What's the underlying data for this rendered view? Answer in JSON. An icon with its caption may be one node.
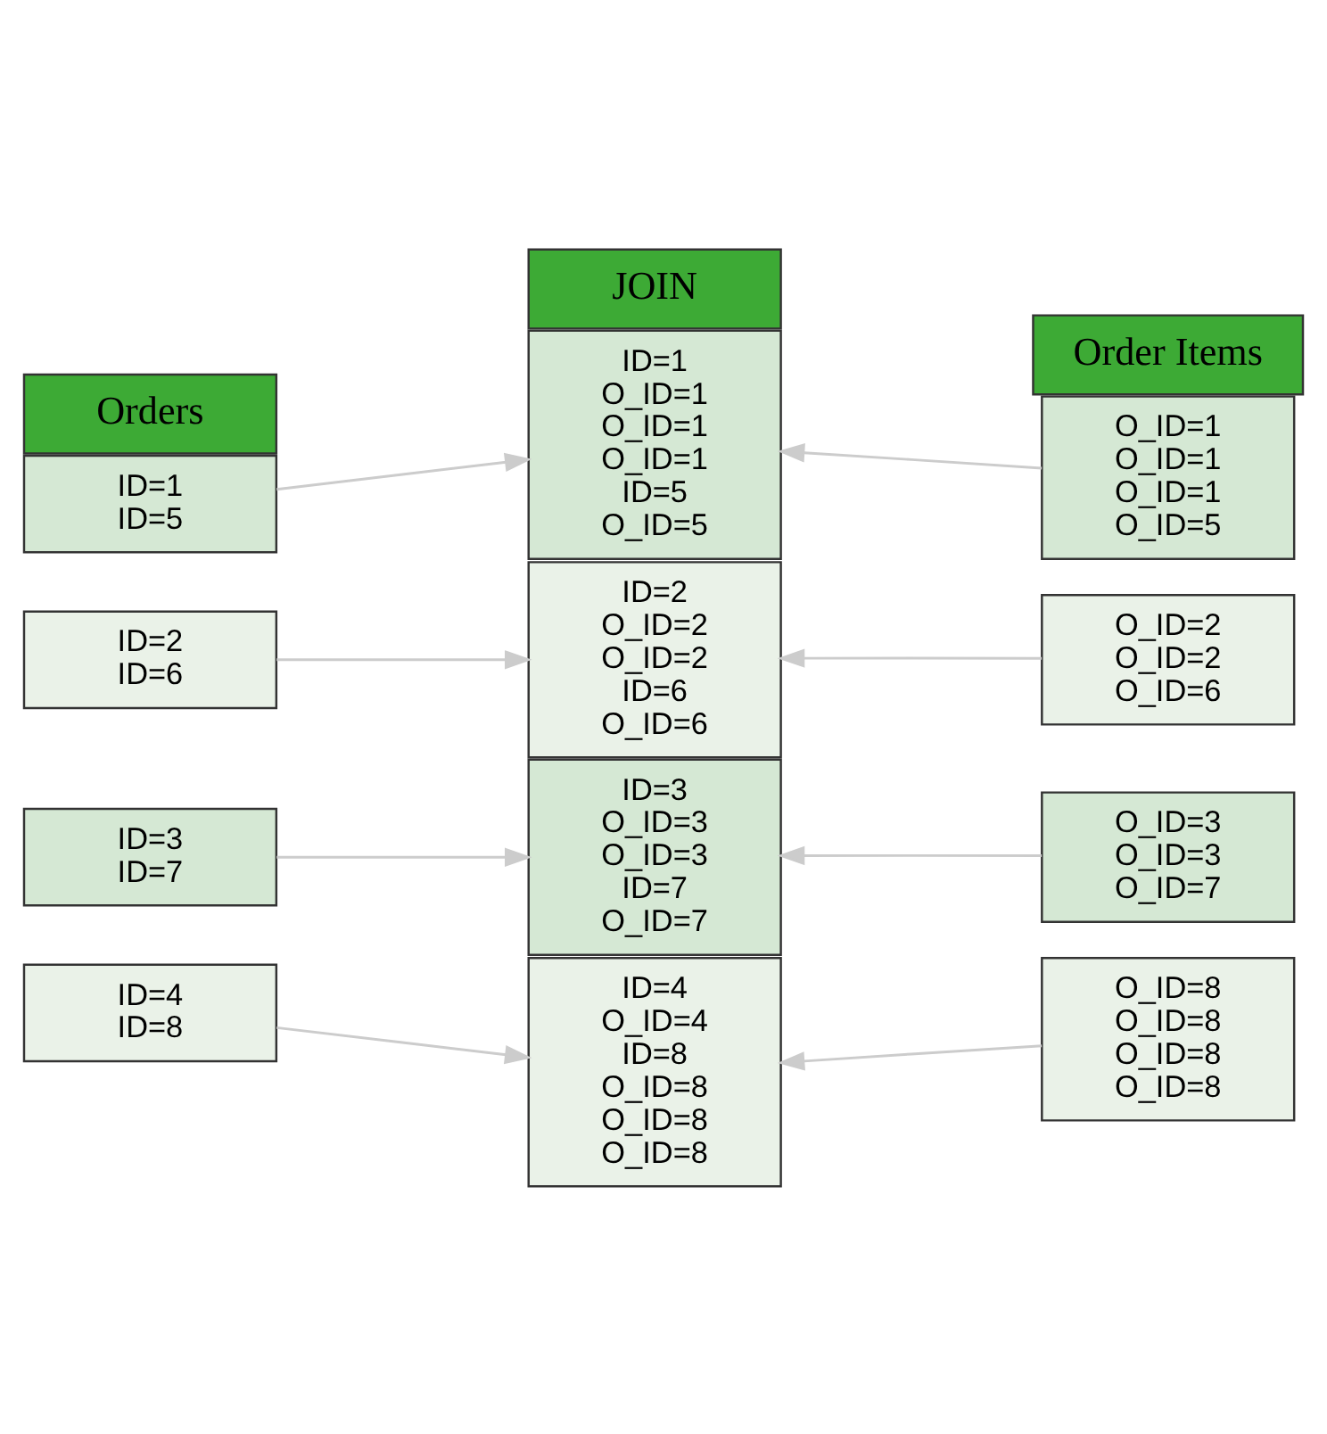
{
  "diagram": {
    "nodes": [
      {
        "text": [
          "Orders"
        ]
      },
      {
        "text": [
          "ID=1",
          "ID=5"
        ]
      },
      {
        "text": [
          "ID=2",
          "ID=6"
        ]
      },
      {
        "text": [
          "ID=3",
          "ID=7"
        ]
      },
      {
        "text": [
          "ID=4",
          "ID=8"
        ]
      },
      {
        "text": [
          "JOIN"
        ]
      },
      {
        "text": [
          "ID=1",
          "O_ID=1",
          "O_ID=1",
          "O_ID=1",
          "ID=5",
          "O_ID=5"
        ]
      },
      {
        "text": [
          "ID=2",
          "O_ID=2",
          "O_ID=2",
          "ID=6",
          "O_ID=6"
        ]
      },
      {
        "text": [
          "ID=3",
          "O_ID=3",
          "O_ID=3",
          "ID=7",
          "O_ID=7"
        ]
      },
      {
        "text": [
          "ID=4",
          "O_ID=4",
          "ID=8",
          "O_ID=8",
          "O_ID=8",
          "O_ID=8"
        ]
      },
      {
        "text": [
          "Order Items"
        ]
      },
      {
        "text": [
          "O_ID=1",
          "O_ID=1",
          "O_ID=1",
          "O_ID=5"
        ]
      },
      {
        "text": [
          "O_ID=2",
          "O_ID=2",
          "O_ID=6"
        ]
      },
      {
        "text": [
          "O_ID=3",
          "O_ID=3",
          "O_ID=7"
        ]
      },
      {
        "text": [
          "O_ID=8",
          "O_ID=8",
          "O_ID=8",
          "O_ID=8"
        ]
      }
    ],
    "edges": [
      {
        "from": 1,
        "to": 6,
        "arrow": "to"
      },
      {
        "from": 2,
        "to": 7,
        "arrow": "to"
      },
      {
        "from": 3,
        "to": 8,
        "arrow": "to"
      },
      {
        "from": 4,
        "to": 9,
        "arrow": "to"
      },
      {
        "from": 11,
        "to": 6,
        "arrow": "to"
      },
      {
        "from": 12,
        "to": 7,
        "arrow": "to"
      },
      {
        "from": 13,
        "to": 8,
        "arrow": "to"
      },
      {
        "from": 14,
        "to": 9,
        "arrow": "to"
      }
    ]
  }
}
